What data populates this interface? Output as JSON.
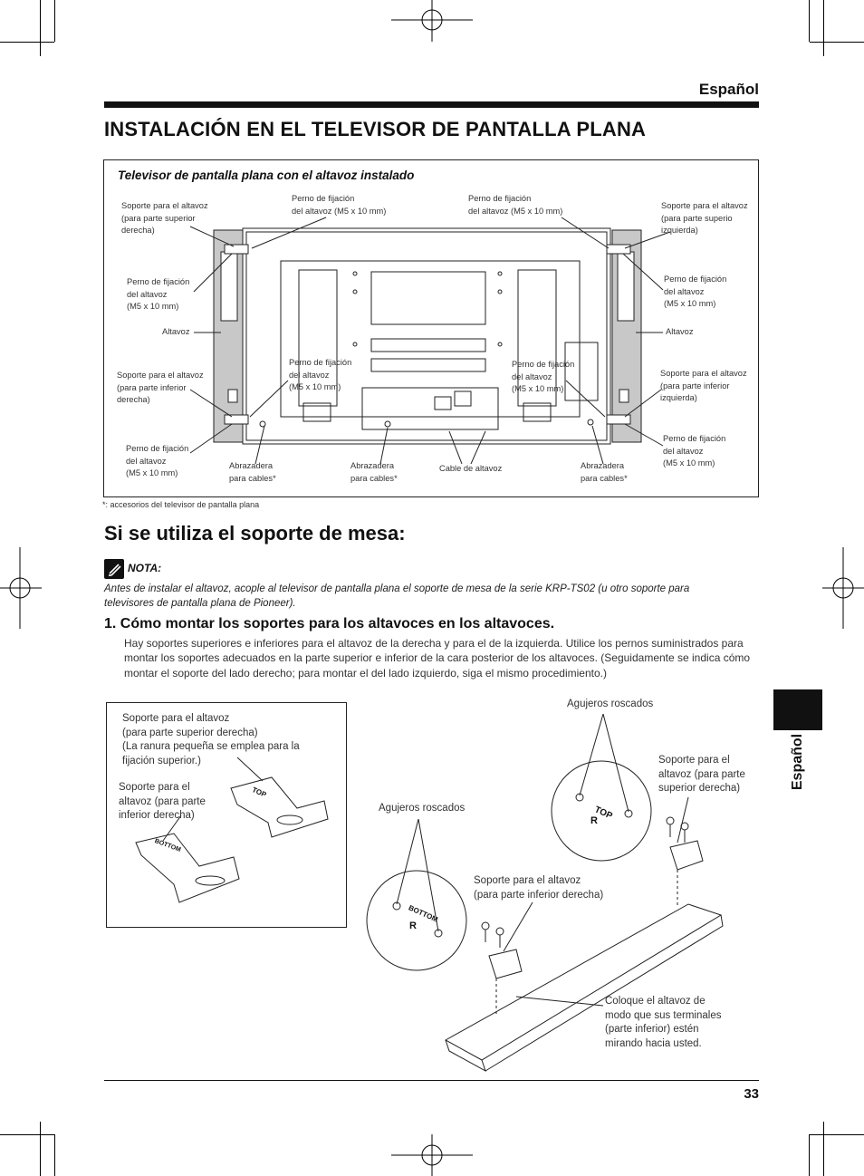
{
  "header": {
    "language": "Español"
  },
  "title": "INSTALACIÓN EN EL TELEVISOR DE PANTALLA PLANA",
  "figure1": {
    "title": "Televisor de pantalla plana con el altavoz instalado",
    "labels": {
      "top_right_bracket": "Soporte para el altavoz\n(para parte superior\nderecha)",
      "bolt_top_left": "Perno de fijación\ndel altavoz (M5 x 10 mm)",
      "bolt_top_mid": "Perno de fijación\ndel altavoz (M5 x 10 mm)",
      "top_left_bracket": "Soporte para el altavoz\n(para parte superio\nizquierda)",
      "bolt_left_upper": "Perno de fijación\ndel altavoz\n(M5 x 10 mm)",
      "bolt_right_upper": "Perno de fijación\ndel altavoz\n(M5 x 10 mm)",
      "speaker_left": "Altavoz",
      "speaker_right": "Altavoz",
      "bottom_right_bracket": "Soporte para el altavoz\n(para parte inferior\nderecha)",
      "bolt_center_left": "Perno de fijación\ndel altavoz\n(M5 x 10 mm)",
      "bolt_center_right": "Perno de fijación\ndel altavoz\n(M5 x 10 mm)",
      "bottom_left_bracket": "Soporte para el altavoz\n(para parte inferior\nizquierda)",
      "bolt_left_lower": "Perno de fijación\ndel altavoz\n(M5 x 10 mm)",
      "clamp1": "Abrazadera\npara cables*",
      "clamp2": "Abrazadera\npara cables*",
      "speaker_cable": "Cable de altavoz",
      "clamp3": "Abrazadera\npara cables*",
      "bolt_right_lower": "Perno de fijación\ndel altavoz\n(M5 x 10 mm)"
    },
    "footnote": "*: accesorios del televisor de pantalla plana"
  },
  "section2": {
    "title": "Si se utiliza el soporte de mesa:",
    "note_label": "NOTA:",
    "note_text": "Antes de instalar el altavoz, acople al televisor de pantalla plana el soporte de mesa de la serie KRP-TS02 (u otro soporte para televisores de pantalla plana de Pioneer).",
    "step_title": "1.  Cómo montar los soportes para los altavoces en los altavoces.",
    "step_text": "Hay soportes superiores e inferiores para el altavoz de la derecha y para el de la izquierda. Utilice los pernos suministrados para montar los soportes adecuados en la parte superior e inferior de la cara posterior de los altavoces. (Seguidamente se indica cómo montar el soporte del lado derecho; para montar el del lado izquierdo, siga el mismo procedimiento.)"
  },
  "figure2": {
    "labels": {
      "upper_bracket": "Soporte para el altavoz\n(para parte superior derecha)\n(La ranura pequeña se emplea para la\nfijación superior.)",
      "lower_bracket": "Soporte para el\naltavoz (para parte\ninferior derecha)",
      "threaded_holes_top": "Agujeros roscados",
      "upper_bracket_right": "Soporte para el\naltavoz (para parte\nsuperior derecha)",
      "threaded_holes_left": "Agujeros roscados",
      "lower_bracket_mid": "Soporte para el altavoz\n(para parte inferior derecha)",
      "place_speaker": "Coloque el altavoz de\nmodo que sus terminales\n(parte inferior) estén\nmirando hacia usted."
    },
    "stamps": {
      "top": "TOP",
      "r": "R",
      "bottom": "BOTTOM"
    }
  },
  "sidetab": "Español",
  "page_number": "33"
}
